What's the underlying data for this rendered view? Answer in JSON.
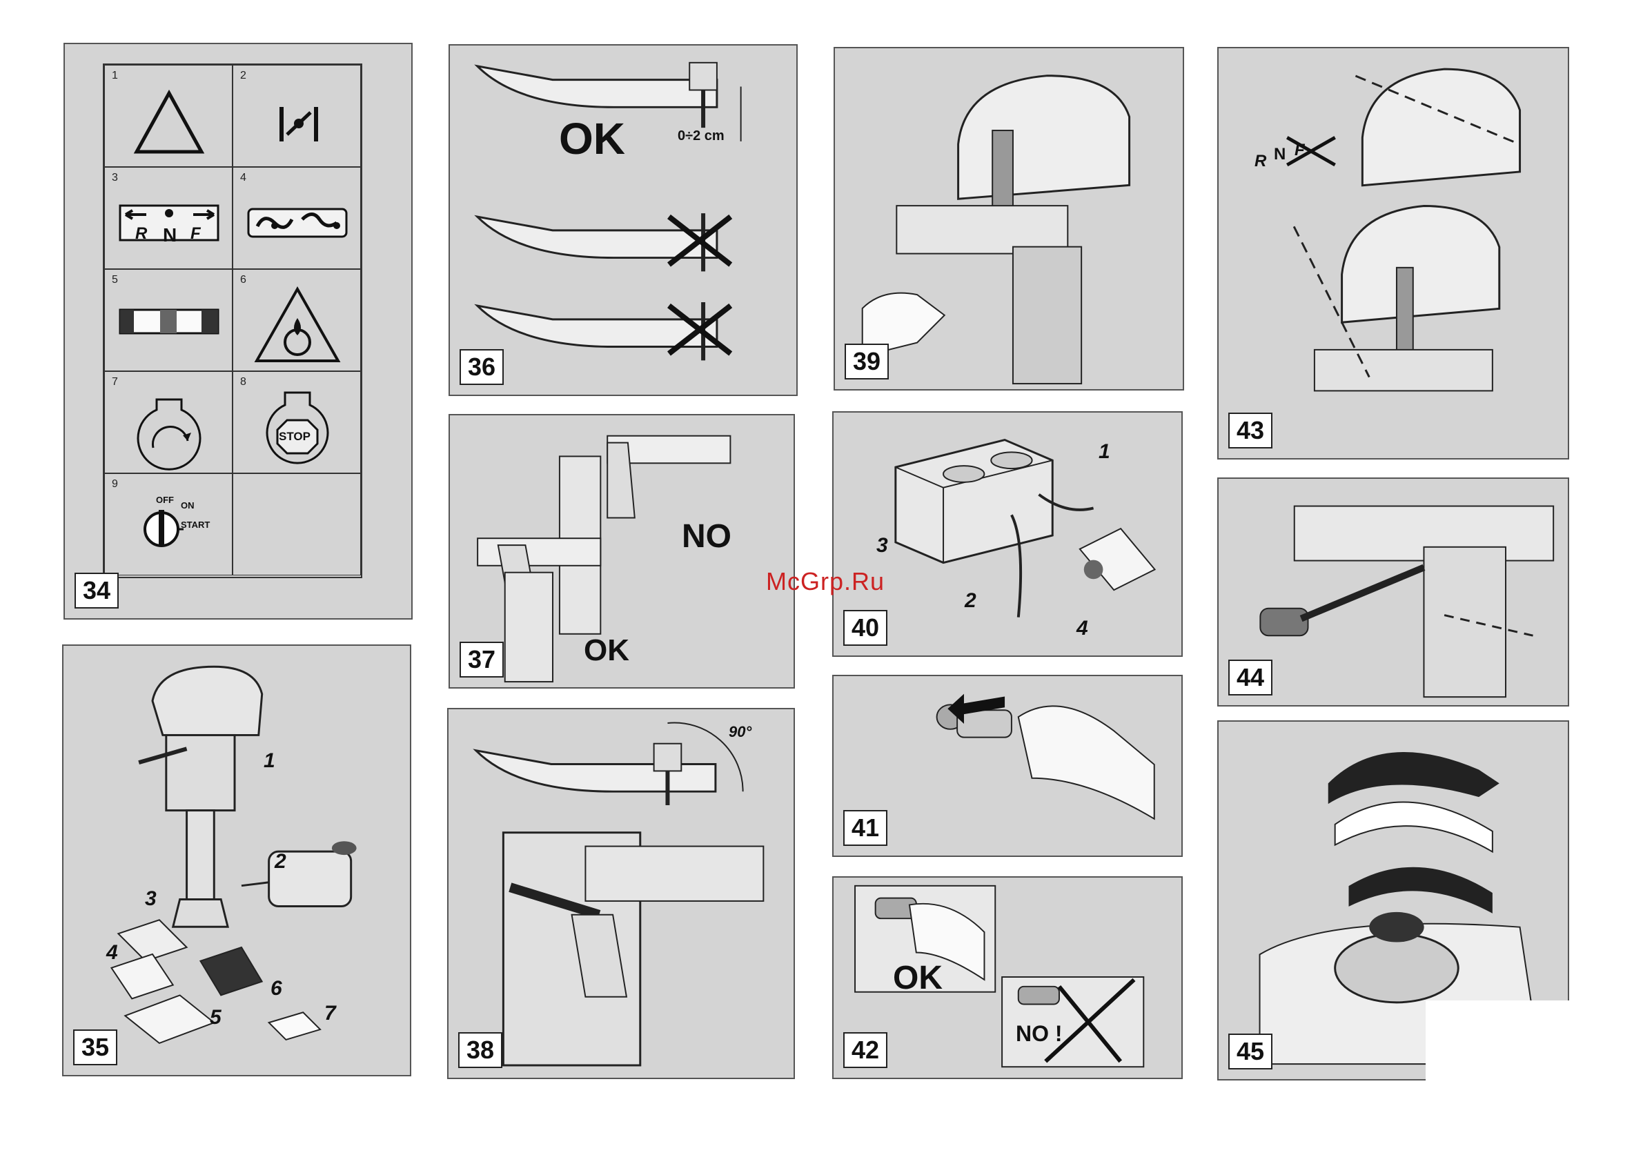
{
  "watermark": "McGrp.Ru",
  "panels": {
    "p34": {
      "number": "34",
      "cells": [
        "1",
        "2",
        "3",
        "4",
        "5",
        "6",
        "7",
        "8",
        "9"
      ],
      "rnf": {
        "r": "R",
        "n": "N",
        "f": "F"
      },
      "stop": "STOP",
      "off": "OFF",
      "on": "ON",
      "start": "START"
    },
    "p35": {
      "number": "35",
      "labels": [
        "1",
        "2",
        "3",
        "4",
        "5",
        "6",
        "7"
      ]
    },
    "p36": {
      "number": "36",
      "ok": "OK",
      "measure": "0÷2 cm"
    },
    "p37": {
      "number": "37",
      "no": "NO",
      "ok": "OK"
    },
    "p38": {
      "number": "38",
      "angle": "90°"
    },
    "p39": {
      "number": "39"
    },
    "p40": {
      "number": "40",
      "labels": [
        "1",
        "2",
        "3",
        "4"
      ]
    },
    "p41": {
      "number": "41"
    },
    "p42": {
      "number": "42",
      "ok": "OK",
      "no": "NO !"
    },
    "p43": {
      "number": "43",
      "rnf": {
        "r": "R",
        "n": "N",
        "f": "F"
      }
    },
    "p44": {
      "number": "44"
    },
    "p45": {
      "number": "45"
    }
  }
}
